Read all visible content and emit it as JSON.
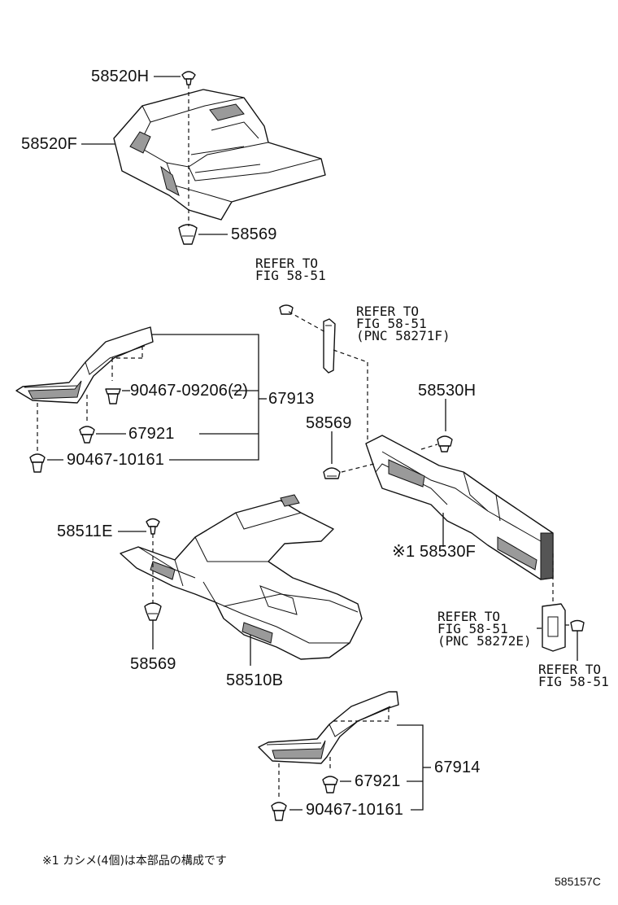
{
  "labels": {
    "p58520H": "58520H",
    "p58520F": "58520F",
    "p58569_top": "58569",
    "p90467_09206": "90467-09206(2)",
    "p67913": "67913",
    "p67921_a": "67921",
    "p90467_10161_a": "90467-10161",
    "p58530H": "58530H",
    "p58569_mid": "58569",
    "p58530F": "※1 58530F",
    "p58511E": "58511E",
    "p58569_low": "58569",
    "p58510B": "58510B",
    "p67914": "67914",
    "p67921_b": "67921",
    "p90467_10161_b": "90467-10161"
  },
  "refs": {
    "ref1": [
      "REFER TO",
      "FIG 58-51"
    ],
    "ref2": [
      "REFER TO",
      "FIG 58-51",
      "(PNC 58271F)"
    ],
    "ref3": [
      "REFER TO",
      "FIG 58-51",
      "(PNC 58272E)"
    ],
    "ref4": [
      "REFER TO",
      "FIG 58-51"
    ]
  },
  "footnote": "※1 カシメ(4個)は本部品の構成です",
  "figure_code": "585157C"
}
